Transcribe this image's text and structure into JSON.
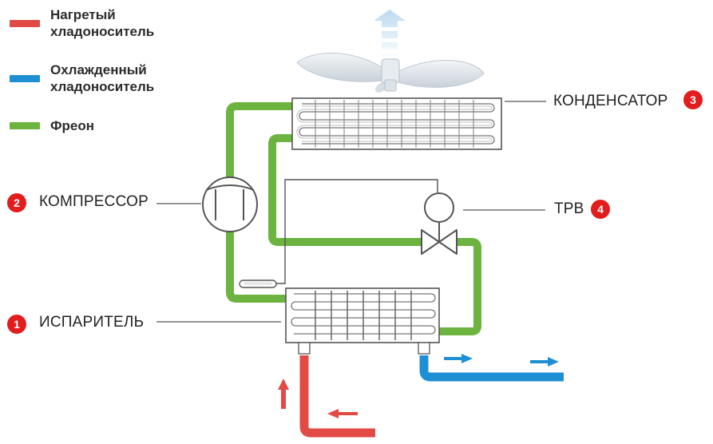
{
  "colors": {
    "heated": "#e14a45",
    "cooled": "#1f8fd4",
    "freon": "#6cb33f",
    "badge": "#e21d1d",
    "line": "#555555"
  },
  "legend": [
    {
      "color_key": "heated",
      "label_line1": "Нагретый",
      "label_line2": "хладоноситель"
    },
    {
      "color_key": "cooled",
      "label_line1": "Охлажденный",
      "label_line2": "хладоноситель"
    },
    {
      "color_key": "freon",
      "label_line1": "Фреон",
      "label_line2": ""
    }
  ],
  "components": {
    "evaporator": {
      "number": "1",
      "label": "ИСПАРИТЕЛЬ"
    },
    "compressor": {
      "number": "2",
      "label": "КОМПРЕССОР"
    },
    "condenser": {
      "number": "3",
      "label": "КОНДЕНСАТОР"
    },
    "valve": {
      "number": "4",
      "label": "ТРВ"
    }
  }
}
